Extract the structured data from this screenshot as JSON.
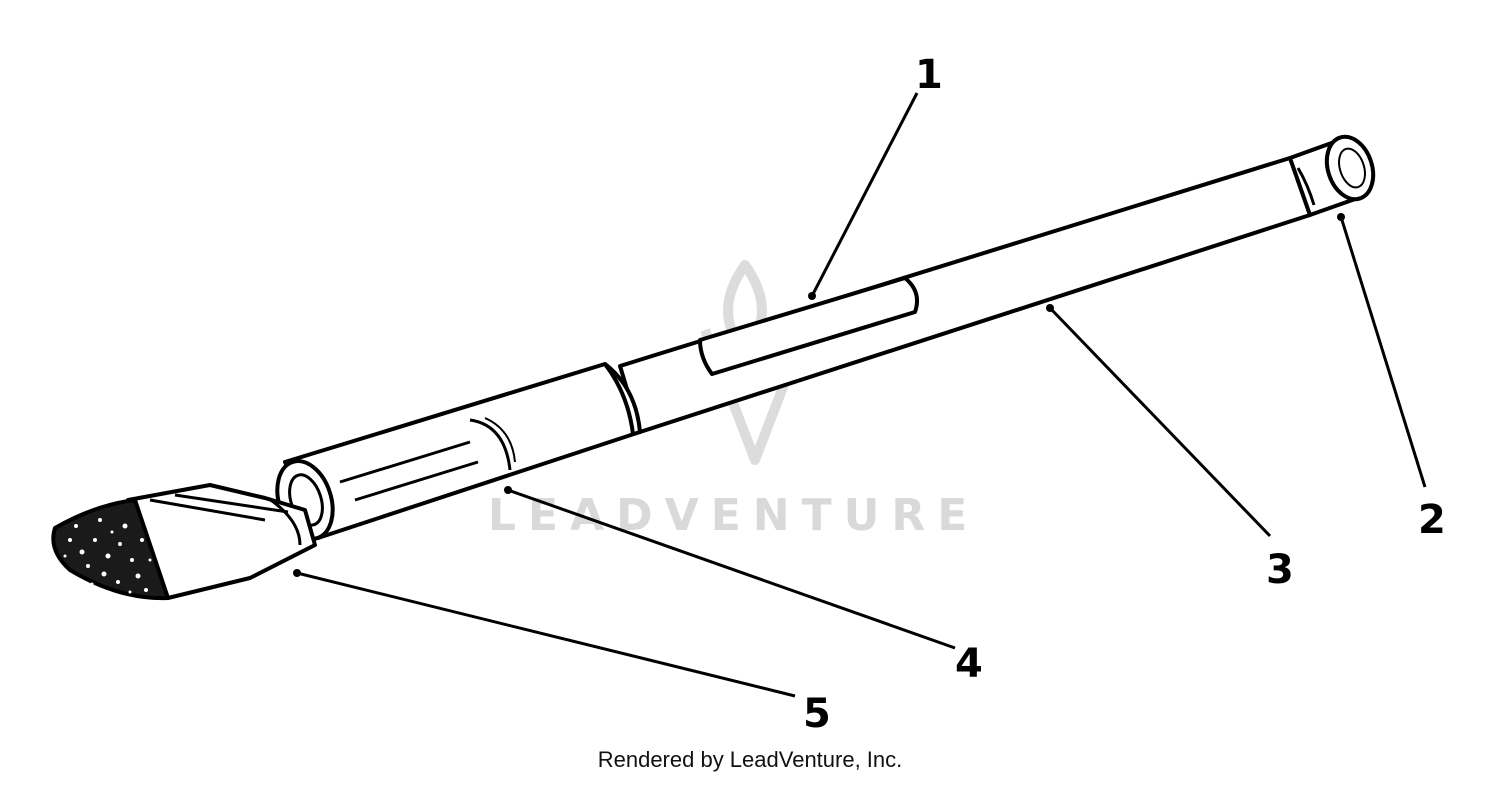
{
  "diagram": {
    "callouts": [
      {
        "id": "1",
        "label": "1"
      },
      {
        "id": "2",
        "label": "2"
      },
      {
        "id": "3",
        "label": "3"
      },
      {
        "id": "4",
        "label": "4"
      },
      {
        "id": "5",
        "label": "5"
      }
    ],
    "watermark": "LEADVENTURE",
    "credit": "Rendered by LeadVenture, Inc."
  },
  "colors": {
    "ink": "#000000",
    "watermark": "#d9d9d9",
    "background": "#ffffff"
  }
}
